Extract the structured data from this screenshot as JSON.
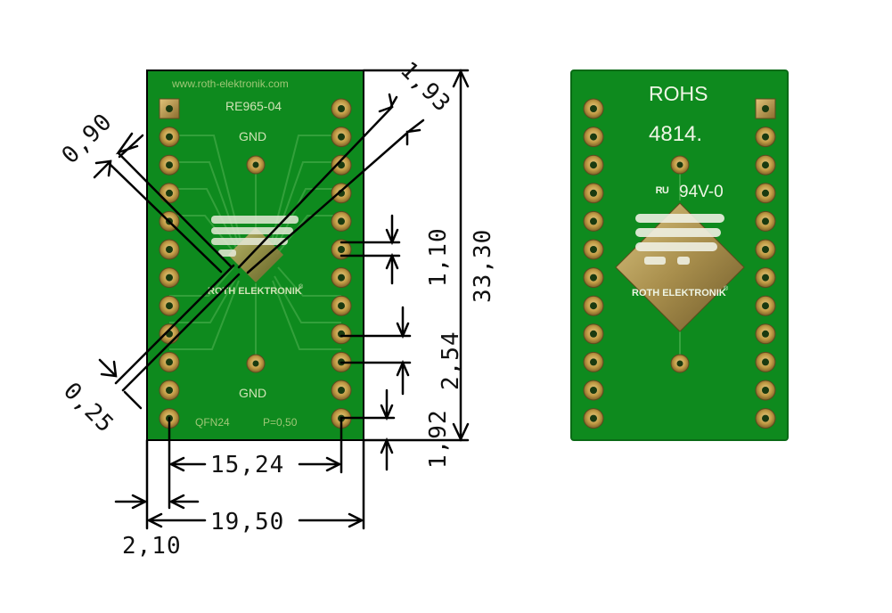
{
  "front_board": {
    "website": "www.roth-elektronik.com",
    "part_number": "RE965-04",
    "gnd_top": "GND",
    "gnd_bottom": "GND",
    "package_label": "QFN24",
    "pitch_label": "P=0,50",
    "logo_text": "ROTH ELEKTRONIK",
    "logo_mark": "®",
    "pins_per_side": 12
  },
  "back_board": {
    "rohs_label": "ROHS",
    "date_code": "4814.",
    "ul_mark": "ᴿᵁ",
    "flammability": "94V-0",
    "logo_text": "ROTH ELEKTRONIK",
    "logo_mark": "®",
    "pins_per_side": 12
  },
  "dimensions": {
    "pad_size": "0,90",
    "trace_width": "0,25",
    "diagonal": "1,93",
    "row_spacing": "1,10",
    "board_length": "33,30",
    "pin_pitch": "2,54",
    "edge_offset_vertical": "1,92",
    "row_distance": "15,24",
    "board_width": "19,50",
    "edge_offset_horizontal": "2,10"
  },
  "colors": {
    "pcb_green": "#0e8a1e",
    "pcb_edge": "#0a6a16",
    "silkscreen": "#cfe3b5",
    "pad_gold": "#c8a24a",
    "dimension_line": "#000000"
  }
}
